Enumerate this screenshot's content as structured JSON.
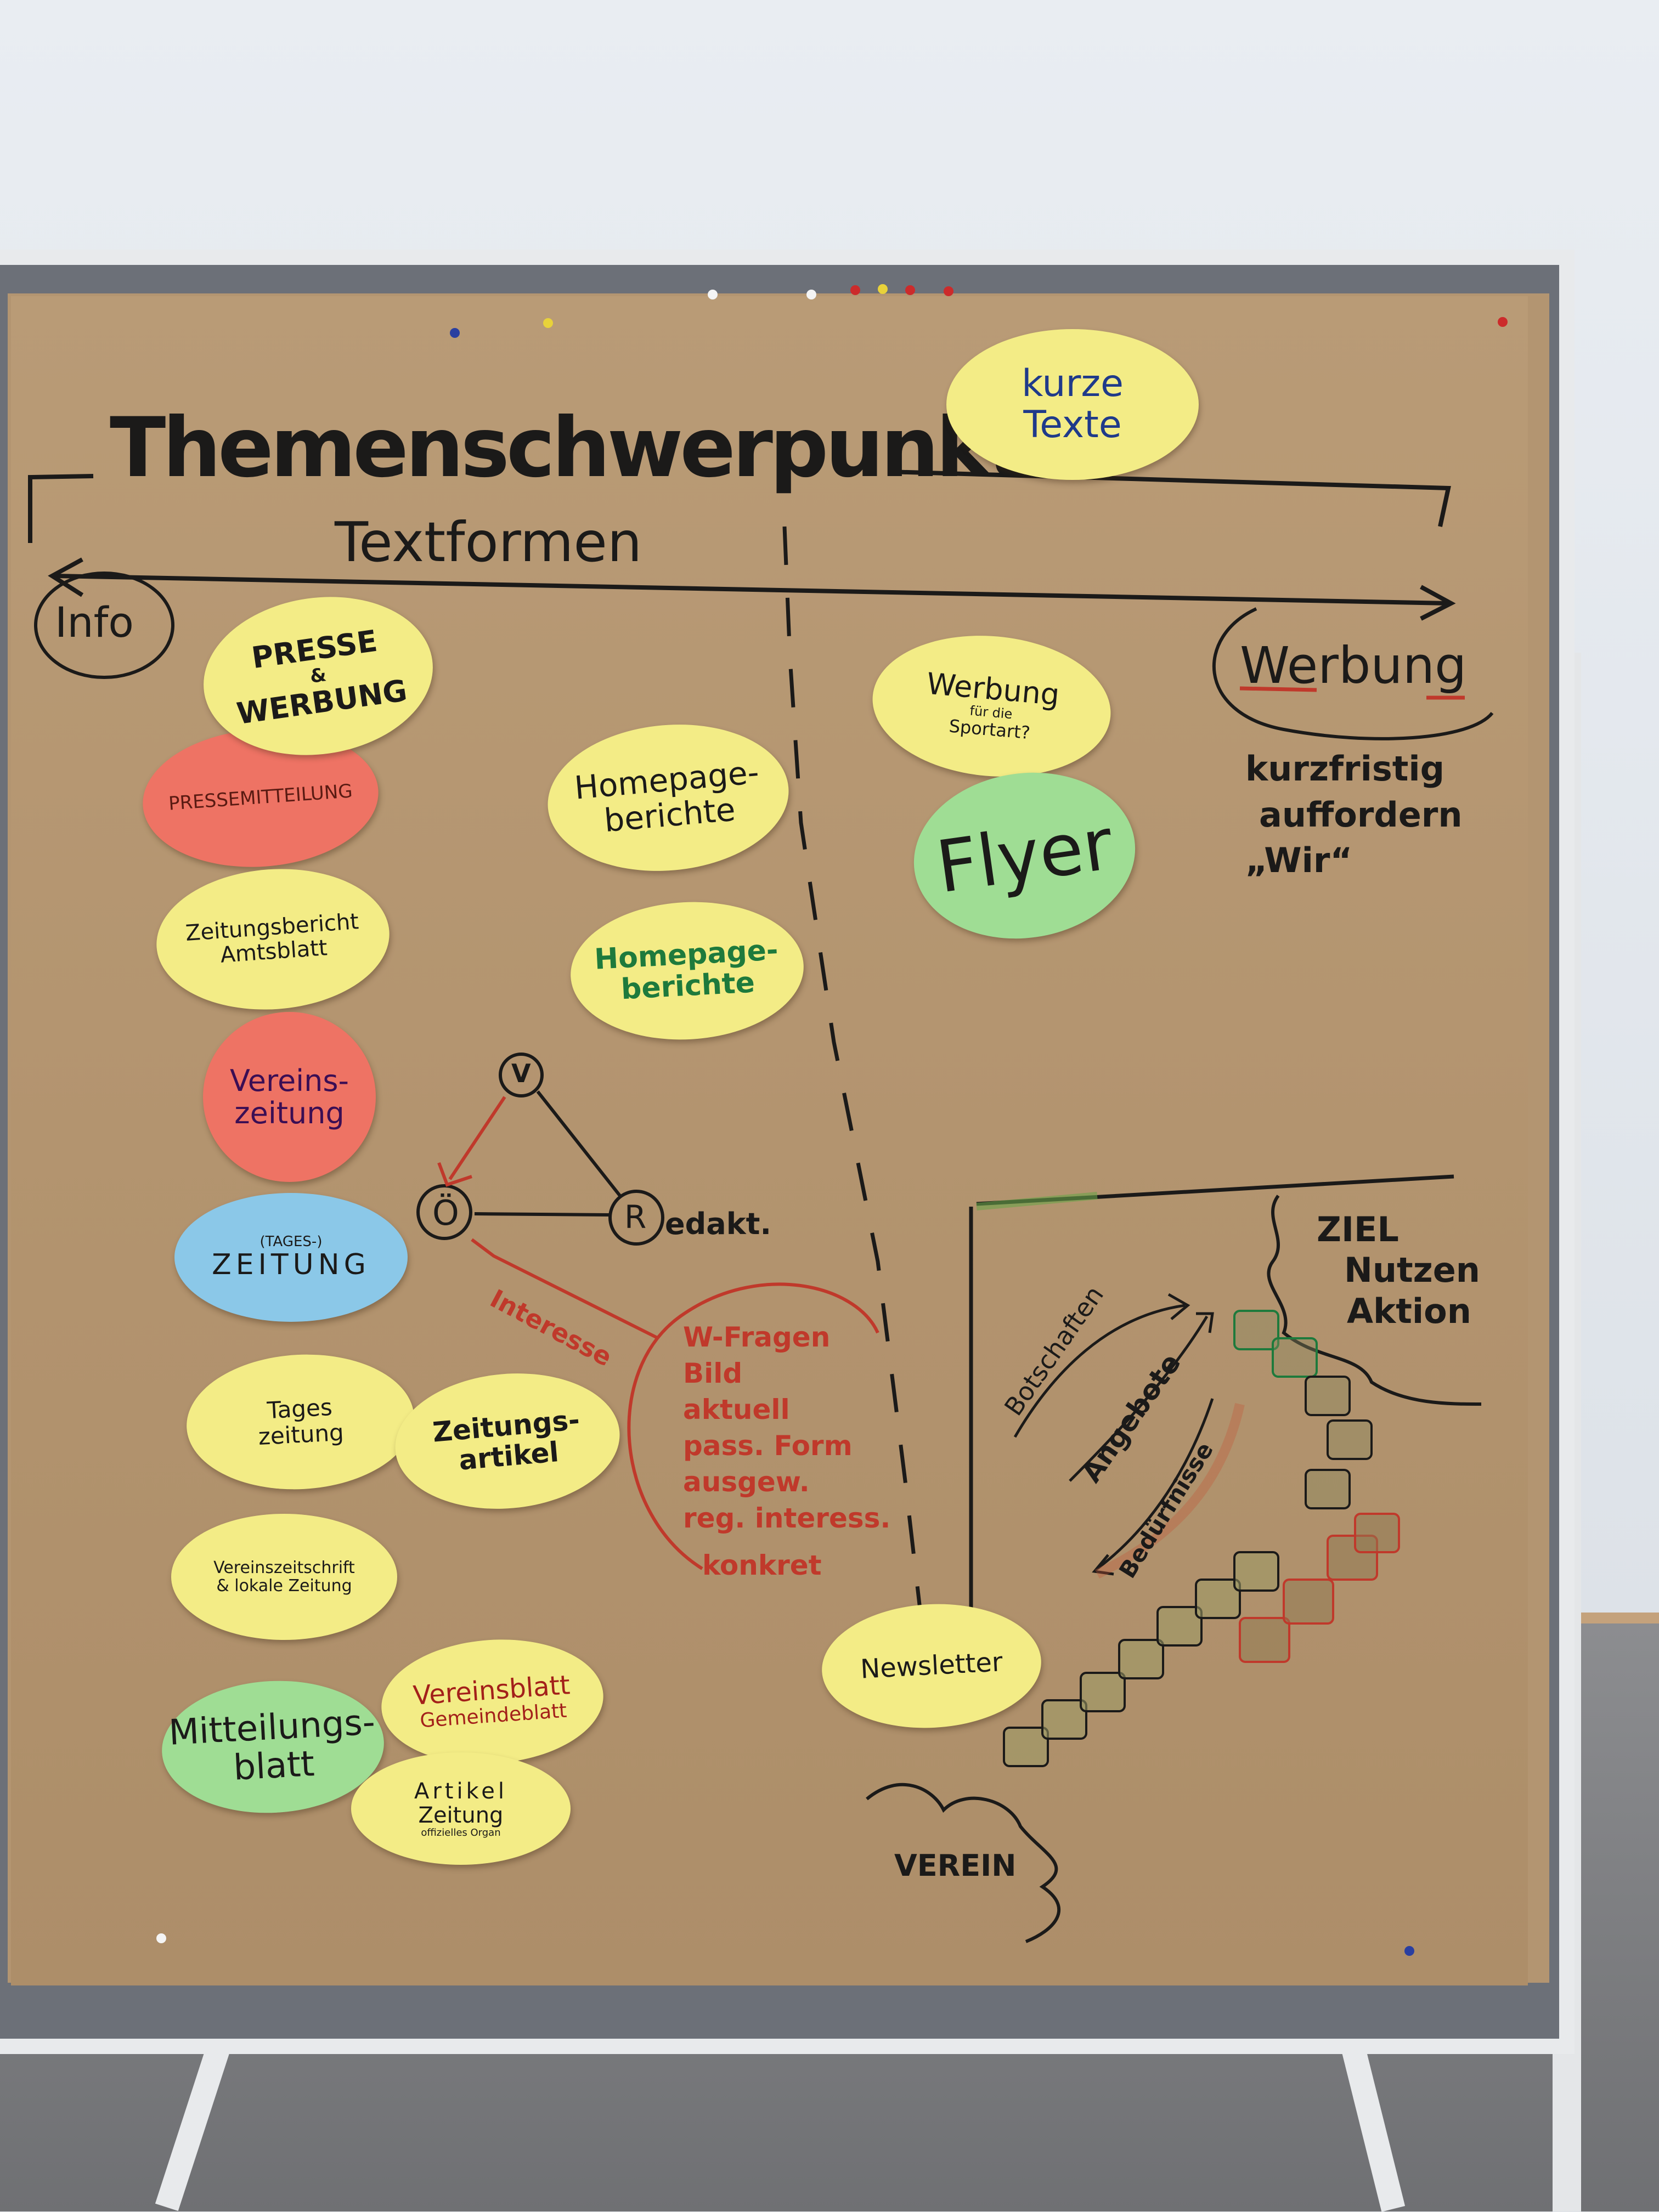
{
  "title": "Themenschwerpunkte",
  "subtitle": "Textformen",
  "axis_left": "Info",
  "axis_right": "Werbung",
  "werbung_notes": [
    "kurzfristig",
    "auffordern",
    "„Wir“"
  ],
  "top_note": [
    "kurze",
    "Texte"
  ],
  "left_bubbles": [
    {
      "lines": [
        "PRESSE",
        "&",
        "WERBUNG"
      ]
    },
    {
      "lines": [
        "PRESSEMITTEILUNG"
      ]
    },
    {
      "lines": [
        "Zeitungsbericht",
        "Amtsblatt"
      ]
    },
    {
      "lines": [
        "Vereins-",
        "zeitung"
      ]
    },
    {
      "lines": [
        "(TAGES-)",
        "ZEITUNG"
      ]
    },
    {
      "lines": [
        "Tages",
        "zeitung"
      ]
    },
    {
      "lines": [
        "Zeitungs-",
        "artikel"
      ]
    },
    {
      "lines": [
        "Vereinszeitschrift",
        "& lokale Zeitung"
      ]
    },
    {
      "lines": [
        "Mitteilungs-",
        "blatt"
      ]
    },
    {
      "lines": [
        "Vereinsblatt",
        "Gemeindeblatt"
      ]
    },
    {
      "lines": [
        "Artikel",
        "Zeitung",
        "offizielles Organ"
      ]
    }
  ],
  "middle_bubbles": [
    {
      "lines": [
        "Homepage-",
        "berichte"
      ]
    },
    {
      "lines": [
        "Homepage-",
        "berichte"
      ]
    }
  ],
  "right_bubbles": [
    {
      "lines": [
        "Werbung",
        "für die",
        "Sportart?"
      ]
    },
    {
      "lines": [
        "Flyer"
      ]
    },
    {
      "lines": [
        "Newsletter"
      ]
    }
  ],
  "triangle": {
    "v": "V",
    "o": "Ö",
    "r": "R",
    "r_label": "edakt.",
    "interest": "Interesse"
  },
  "checklist": [
    "W-Fragen",
    "Bild",
    "aktuell",
    "pass. Form",
    "ausgew.",
    "reg. interess.",
    "konkret"
  ],
  "goal": [
    "ZIEL",
    "Nutzen",
    "Aktion"
  ],
  "arrows": [
    "Botschaften",
    "Angebote",
    "Bedürfnisse"
  ],
  "verein": "VEREIN",
  "colors": {
    "ink": "#1b1a19",
    "red_ink": "#c0392b",
    "green_ink": "#1e7a3c",
    "paper": "#b3946f"
  }
}
